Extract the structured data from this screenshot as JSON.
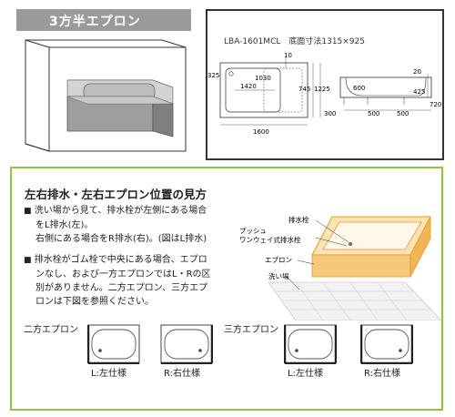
{
  "header": {
    "title": "3方半エプロン"
  },
  "spec": {
    "title": "LBA-1601MCL　底面寸法1315×925",
    "dims": {
      "d10": "10",
      "d325": "325",
      "d1030": "1030",
      "d1420": "1420",
      "d745": "745",
      "d1225": "1225",
      "d1600": "1600",
      "d300a": "300",
      "d20": "20",
      "d600": "600",
      "d425": "425",
      "d720": "720",
      "d300b": "300",
      "d500a": "500",
      "d500b": "500"
    }
  },
  "guide": {
    "title": "左右排水・左右エプロン位置の見方",
    "bullet_mark": "■",
    "bullet1_lines": [
      "洗い場から見て、排水栓が左側にある場合",
      "をL排水(左)。",
      "右側にある場合をR排水(右)。(図はL排水)"
    ],
    "bullet2_lines": [
      "排水栓がゴム栓で中央にある場合、エプロ",
      "ンなし、および一方エプロンではL・Rの区",
      "別がありません。二方エプロン、三方エプ",
      "ロンは下図を参照ください。"
    ],
    "diagram_labels": {
      "drain": "排水栓",
      "push": "プッシュ",
      "oneway": "ワンウェイ式排水栓",
      "apron": "エプロン",
      "washroom": "洗い場"
    },
    "two_apron": {
      "label": "二方エプロン",
      "left_caption": "L:左仕様",
      "right_caption": "R:右仕様"
    },
    "three_apron": {
      "label": "三方エプロン",
      "left_caption": "L:左仕様",
      "right_caption": "R:右仕様"
    }
  },
  "colors": {
    "green_border": "#8dc63f",
    "gray_band": "#9a9a9a",
    "orange_accent": "#f0a000"
  }
}
